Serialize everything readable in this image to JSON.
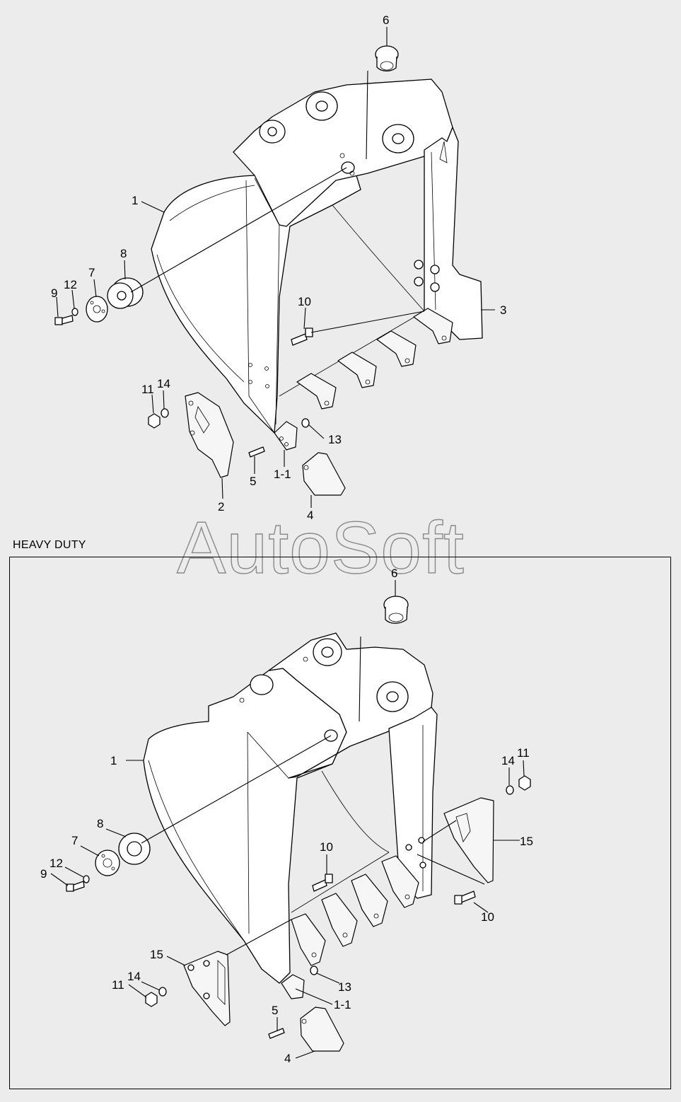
{
  "watermark": "AutoSoft",
  "section_label": "HEAVY DUTY",
  "top_assembly": {
    "callouts": [
      {
        "id": "c1",
        "text": "1"
      },
      {
        "id": "c2",
        "text": "2"
      },
      {
        "id": "c3",
        "text": "3"
      },
      {
        "id": "c4",
        "text": "4"
      },
      {
        "id": "c5",
        "text": "5"
      },
      {
        "id": "c6",
        "text": "6"
      },
      {
        "id": "c7",
        "text": "7"
      },
      {
        "id": "c8",
        "text": "8"
      },
      {
        "id": "c9",
        "text": "9"
      },
      {
        "id": "c10",
        "text": "10"
      },
      {
        "id": "c11",
        "text": "11"
      },
      {
        "id": "c12",
        "text": "12"
      },
      {
        "id": "c13",
        "text": "13"
      },
      {
        "id": "c14",
        "text": "14"
      },
      {
        "id": "c1_1",
        "text": "1-1"
      }
    ]
  },
  "heavy_duty_assembly": {
    "callouts": [
      {
        "id": "h1",
        "text": "1"
      },
      {
        "id": "h4",
        "text": "4"
      },
      {
        "id": "h5",
        "text": "5"
      },
      {
        "id": "h6",
        "text": "6"
      },
      {
        "id": "h7",
        "text": "7"
      },
      {
        "id": "h8",
        "text": "8"
      },
      {
        "id": "h9",
        "text": "9"
      },
      {
        "id": "h10a",
        "text": "10"
      },
      {
        "id": "h10b",
        "text": "10"
      },
      {
        "id": "h11a",
        "text": "11"
      },
      {
        "id": "h11b",
        "text": "11"
      },
      {
        "id": "h12",
        "text": "12"
      },
      {
        "id": "h13",
        "text": "13"
      },
      {
        "id": "h14a",
        "text": "14"
      },
      {
        "id": "h14b",
        "text": "14"
      },
      {
        "id": "h15a",
        "text": "15"
      },
      {
        "id": "h15b",
        "text": "15"
      },
      {
        "id": "h1_1",
        "text": "1-1"
      }
    ]
  }
}
